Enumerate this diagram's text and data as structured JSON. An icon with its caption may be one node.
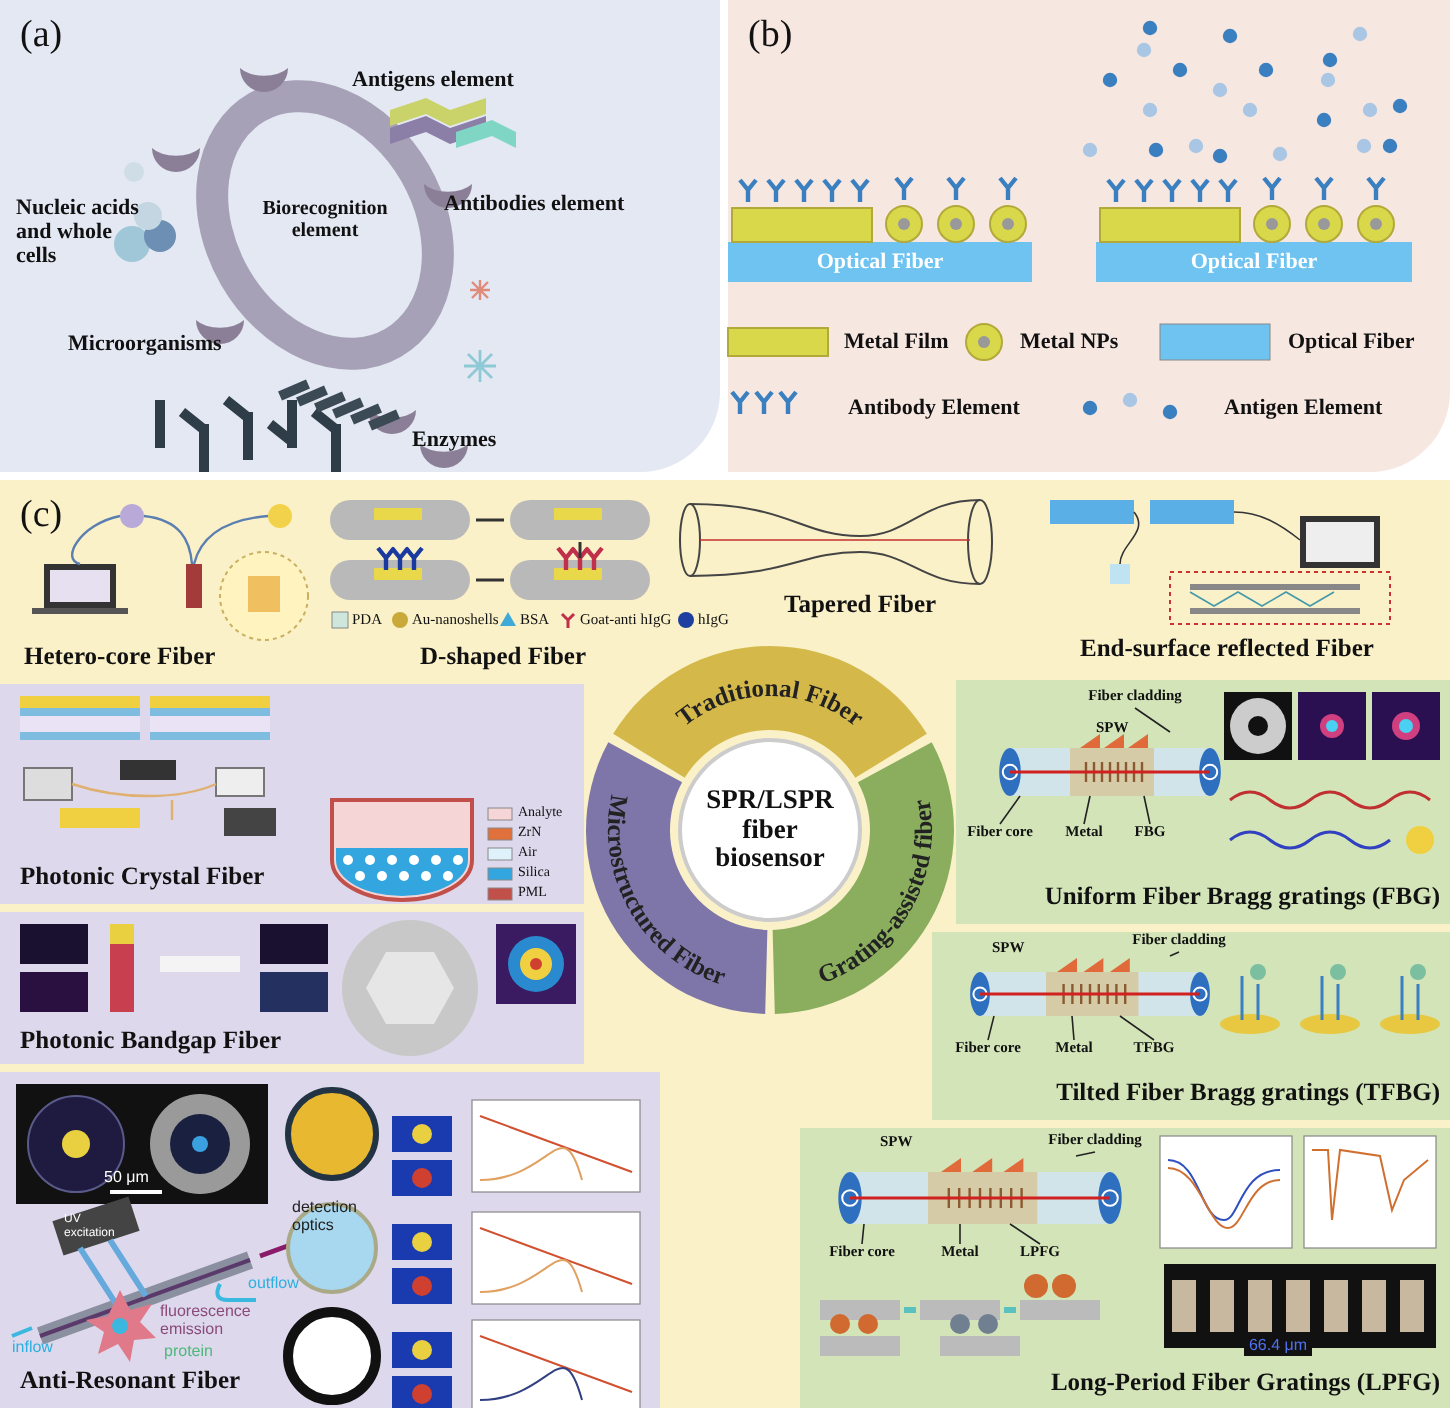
{
  "diagram": {
    "nodes": [
      {
        "text": [
          "(a)"
        ]
      },
      {
        "text": [
          "Biorecognition element"
        ],
        "in": 0
      },
      {
        "text": [
          "(b)"
        ]
      },
      {
        "text": [
          "Optical Fiber"
        ],
        "in": 2
      },
      {
        "text": [
          "Optical Fiber"
        ],
        "in": 2
      },
      {
        "text": [
          "(c)"
        ]
      },
      {
        "text": [
          "Traditional Fiber"
        ],
        "in": 5
      },
      {
        "text": [
          "Microstructured Fiber"
        ],
        "in": 5
      },
      {
        "text": [
          "Grating-assisted fiber"
        ],
        "in": 5
      },
      {
        "text": [
          "SPR/LSPR fiber biosensor"
        ],
        "in": 5
      },
      {
        "text": [
          "Photonic Crystal Fiber"
        ],
        "in": 5
      },
      {
        "text": [
          "Photonic Bandgap Fiber"
        ],
        "in": 5
      },
      {
        "text": [
          "Anti-Resonant Fiber"
        ],
        "in": 5
      },
      {
        "text": [
          "Uniform Fiber Bragg gratings (FBG)"
        ],
        "in": 5
      },
      {
        "text": [
          "Fiber cladding"
        ],
        "in": 13
      },
      {
        "text": [
          "Fiber core"
        ],
        "in": 13
      },
      {
        "text": [
          "Metal"
        ],
        "in": 13
      },
      {
        "text": [
          "FBG"
        ],
        "in": 13
      },
      {
        "text": [
          "Tilted Fiber Bragg gratings (TFBG)"
        ],
        "in": 5
      },
      {
        "text": [
          "Fiber cladding"
        ],
        "in": 18
      },
      {
        "text": [
          "Fiber core"
        ],
        "in": 18
      },
      {
        "text": [
          "Metal"
        ],
        "in": 18
      },
      {
        "text": [
          "TFBG"
        ],
        "in": 18
      },
      {
        "text": [
          "Long-Period Fiber Gratings (LPFG)"
        ],
        "in": 5
      },
      {
        "text": [
          "Fiber cladding"
        ],
        "in": 23
      },
      {
        "text": [
          "Fiber core"
        ],
        "in": 23
      },
      {
        "text": [
          "Metal"
        ],
        "in": 23
      },
      {
        "text": [
          "LPFG"
        ],
        "in": 23
      },
      {
        "text": [],
        "shape": "picture",
        "in": 13
      },
      {
        "text": [],
        "shape": "picture",
        "in": 18
      },
      {
        "text": [],
        "shape": "picture",
        "in": 23
      }
    ],
    "edges": [
      {
        "from": 14,
        "to": 28,
        "arrow": "none"
      },
      {
        "from": 15,
        "to": 28,
        "arrow": "none"
      },
      {
        "from": 16,
        "to": 28,
        "arrow": "none"
      },
      {
        "from": 17,
        "to": 28,
        "arrow": "none"
      },
      {
        "from": 19,
        "to": 29,
        "arrow": "none"
      },
      {
        "from": 20,
        "to": 29,
        "arrow": "none"
      },
      {
        "from": 21,
        "to": 29,
        "arrow": "none"
      },
      {
        "from": 22,
        "to": 29,
        "arrow": "none"
      },
      {
        "from": 24,
        "to": 30,
        "arrow": "none"
      },
      {
        "from": 25,
        "to": 30,
        "arrow": "none"
      },
      {
        "from": 26,
        "to": 30,
        "arrow": "none"
      },
      {
        "from": 27,
        "to": 30,
        "arrow": "none"
      }
    ],
    "labels": [
      "Antigens element",
      "Antibodies element",
      "Nucleic acids and whole cells",
      "Microorganisms",
      "Enzymes",
      "Hetero-core Fiber",
      "D-shaped Fiber",
      "Tapered Fiber",
      "End-surface reflected Fiber",
      "SPW",
      "SPW",
      "SPW",
      "50 μm",
      "UV excitation",
      "detection optics",
      "outflow",
      "inflow",
      "fluorescence emission",
      "protein",
      "66.4 μm"
    ],
    "legend": [
      {
        "text": "Metal Film"
      },
      {
        "text": "Metal NPs"
      },
      {
        "text": "Optical Fiber",
        "color": "#6ec3f0"
      },
      {
        "text": "Antibody Element"
      },
      {
        "text": "Antigen Element"
      },
      {
        "text": "PDA",
        "color": "#cfe6dc"
      },
      {
        "text": "Au-nanoshells"
      },
      {
        "text": "BSA"
      },
      {
        "text": "Goat-anti hIgG"
      },
      {
        "text": "hIgG"
      },
      {
        "text": "Analyte",
        "color": "#f5d5d5"
      },
      {
        "text": "ZrN",
        "color": "#e0703c"
      },
      {
        "text": "Air",
        "color": "#dff2fb"
      },
      {
        "text": "Silica",
        "color": "#33a6e0"
      },
      {
        "text": "PML",
        "color": "#c2504a"
      }
    ]
  }
}
